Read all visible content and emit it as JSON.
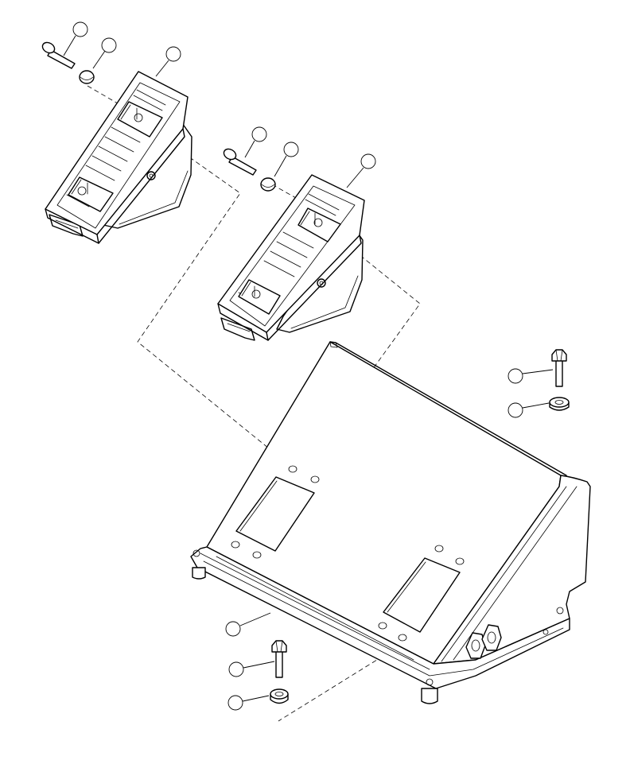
{
  "diagram": {
    "callouts": [
      {
        "id": "c1",
        "label": ""
      },
      {
        "id": "c2",
        "label": ""
      },
      {
        "id": "c3",
        "label": ""
      },
      {
        "id": "c4",
        "label": ""
      },
      {
        "id": "c5",
        "label": ""
      },
      {
        "id": "c6",
        "label": ""
      },
      {
        "id": "c7",
        "label": ""
      },
      {
        "id": "c8",
        "label": ""
      },
      {
        "id": "c9",
        "label": ""
      },
      {
        "id": "c10",
        "label": ""
      },
      {
        "id": "c11",
        "label": ""
      },
      {
        "id": "c12",
        "label": ""
      }
    ]
  }
}
